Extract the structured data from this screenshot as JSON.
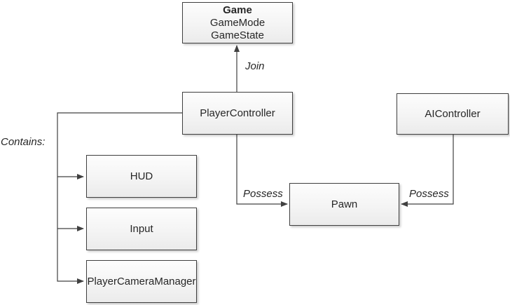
{
  "diagram": {
    "nodes": {
      "game": {
        "title": "Game",
        "lines": [
          "GameMode",
          "GameState"
        ]
      },
      "player_controller": {
        "label": "PlayerController"
      },
      "ai_controller": {
        "label": "AIController"
      },
      "pawn": {
        "label": "Pawn"
      },
      "hud": {
        "label": "HUD"
      },
      "input": {
        "label": "Input"
      },
      "player_camera_manager": {
        "label": "PlayerCameraManager"
      }
    },
    "edge_labels": {
      "join": "Join",
      "possess_left": "Possess",
      "possess_right": "Possess",
      "contains": "Contains:"
    },
    "colors": {
      "line": "#404040",
      "box_border": "#404040",
      "box_fill_top": "#fdfdfd",
      "box_fill_bottom": "#ebebeb",
      "text": "#262626",
      "background": "#ffffff"
    }
  }
}
